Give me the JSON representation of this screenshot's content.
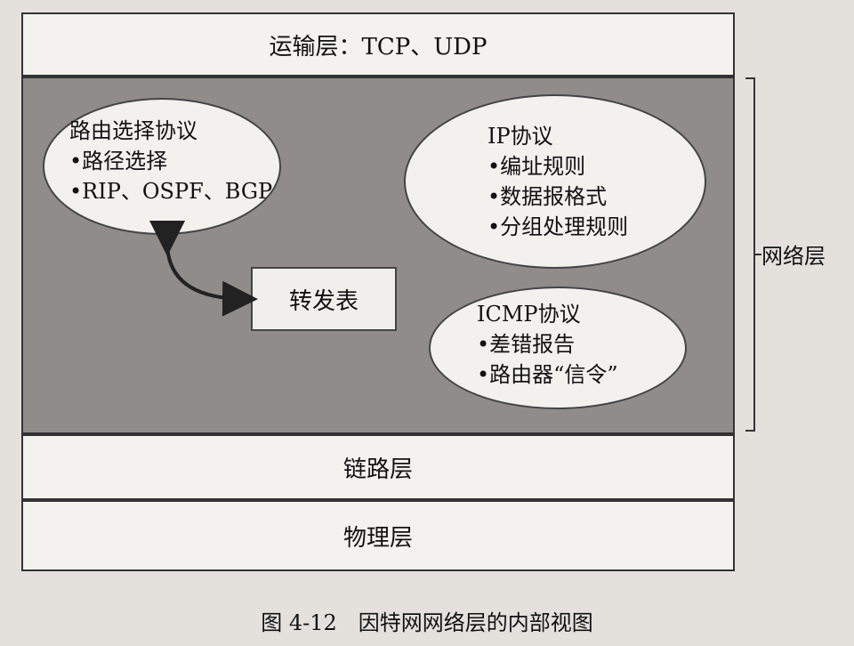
{
  "layers": {
    "transport": "运输层：TCP、UDP",
    "link": "链路层",
    "physical": "物理层",
    "network_label": "网络层"
  },
  "routing": {
    "title": "路由选择协议",
    "items": [
      "•路径选择",
      "•RIP、OSPF、BGP"
    ]
  },
  "ip": {
    "title": "IP协议",
    "items": [
      "•编址规则",
      "•数据报格式",
      "•分组处理规则"
    ]
  },
  "icmp": {
    "title": "ICMP协议",
    "items": [
      "•差错报告",
      "•路由器“信令”"
    ]
  },
  "forwarding_table": "转发表",
  "caption": "图 4-12　因特网网络层的内部视图",
  "colors": {
    "network_fill": "#8f8c89",
    "background": "#e4e1dc"
  }
}
